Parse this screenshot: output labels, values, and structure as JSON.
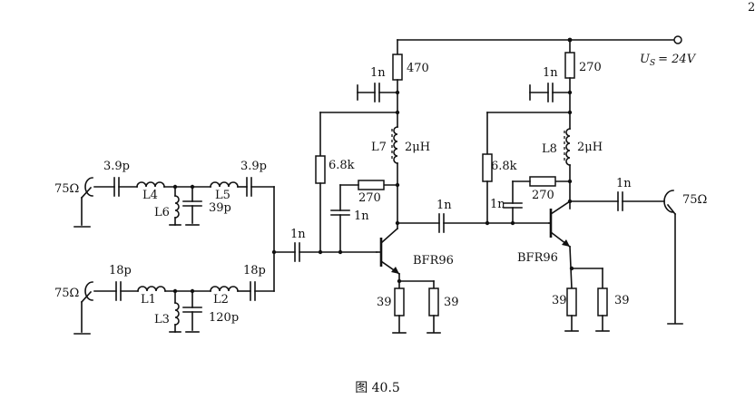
{
  "supply": {
    "symbol": "U",
    "subscript": "S",
    "value": "= 24V"
  },
  "ports": {
    "in_top": "75Ω",
    "in_bottom": "75Ω",
    "out": "75Ω"
  },
  "top_filter": {
    "c_in": "3.9p",
    "l_a": "L4",
    "l_b": "L5",
    "l_shunt": "L6",
    "c_shunt": "39p",
    "c_out": "3.9p"
  },
  "bottom_filter": {
    "c_in": "18p",
    "l_a": "L1",
    "l_b": "L2",
    "l_shunt": "L3",
    "c_shunt": "120p",
    "c_out": "18p"
  },
  "stage1": {
    "coupling_cap": "1n",
    "decoupling_cap": "1n",
    "r_supply": "470",
    "inductor_name": "L7",
    "inductor_value": "2μH",
    "r_bias": "6.8k",
    "r_feedback": "270",
    "c_feedback": "1n",
    "transistor": "BFR96",
    "r_emitter_a": "39",
    "r_emitter_b": "39"
  },
  "interstage_cap": "1n",
  "stage2": {
    "decoupling_cap": "1n",
    "r_supply": "270",
    "inductor_name": "L8",
    "inductor_value": "2μH",
    "r_bias": "6.8k",
    "r_feedback": "270",
    "c_feedback": "1n",
    "transistor": "BFR96",
    "r_emitter_a": "39",
    "r_emitter_b": "39",
    "output_cap": "1n"
  },
  "caption": "图 40.5",
  "corner_mark": "2"
}
